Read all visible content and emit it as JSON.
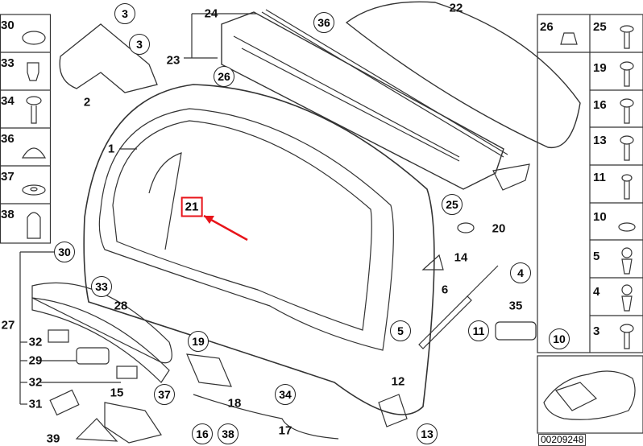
{
  "diagram_code": "00209248",
  "highlighted_part": "21",
  "highlight_color": "#e8141a",
  "left_table": [
    "30",
    "33",
    "34",
    "36",
    "37",
    "38"
  ],
  "right_table": [
    [
      "26",
      "25"
    ],
    [
      "19"
    ],
    [
      "16"
    ],
    [
      "13"
    ],
    [
      "11"
    ],
    [
      "10"
    ],
    [
      "5"
    ],
    [
      "4"
    ],
    [
      "3"
    ]
  ],
  "circled_callouts": [
    "3",
    "3",
    "26",
    "36",
    "25",
    "30",
    "33",
    "19",
    "37",
    "16",
    "38",
    "34",
    "4",
    "5",
    "11",
    "10",
    "13"
  ],
  "plain_callouts": [
    "24",
    "22",
    "23",
    "2",
    "1",
    "20",
    "14",
    "6",
    "35",
    "28",
    "27",
    "32",
    "29",
    "32",
    "31",
    "15",
    "18",
    "12",
    "17",
    "39"
  ]
}
